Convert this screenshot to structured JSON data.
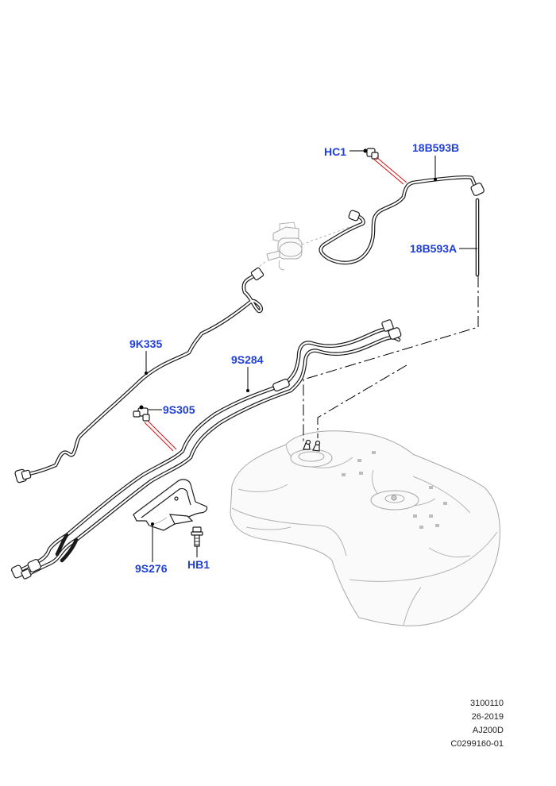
{
  "callouts": {
    "hc1": "HC1",
    "b18b593b": "18B593B",
    "b18b593a": "18B593A",
    "k9k335": "9K335",
    "s9s284": "9S284",
    "s9s305": "9S305",
    "s9s276": "9S276",
    "hb1": "HB1"
  },
  "info_block": {
    "line1": "3100110",
    "line2": "26-2019",
    "line3": "AJ200D",
    "line4": "C0299160-01"
  },
  "colors": {
    "callout_text": "#1f3fd8",
    "leader": "#000000",
    "relation_line": "#d01010",
    "ghost_part": "#a8a8a8"
  }
}
